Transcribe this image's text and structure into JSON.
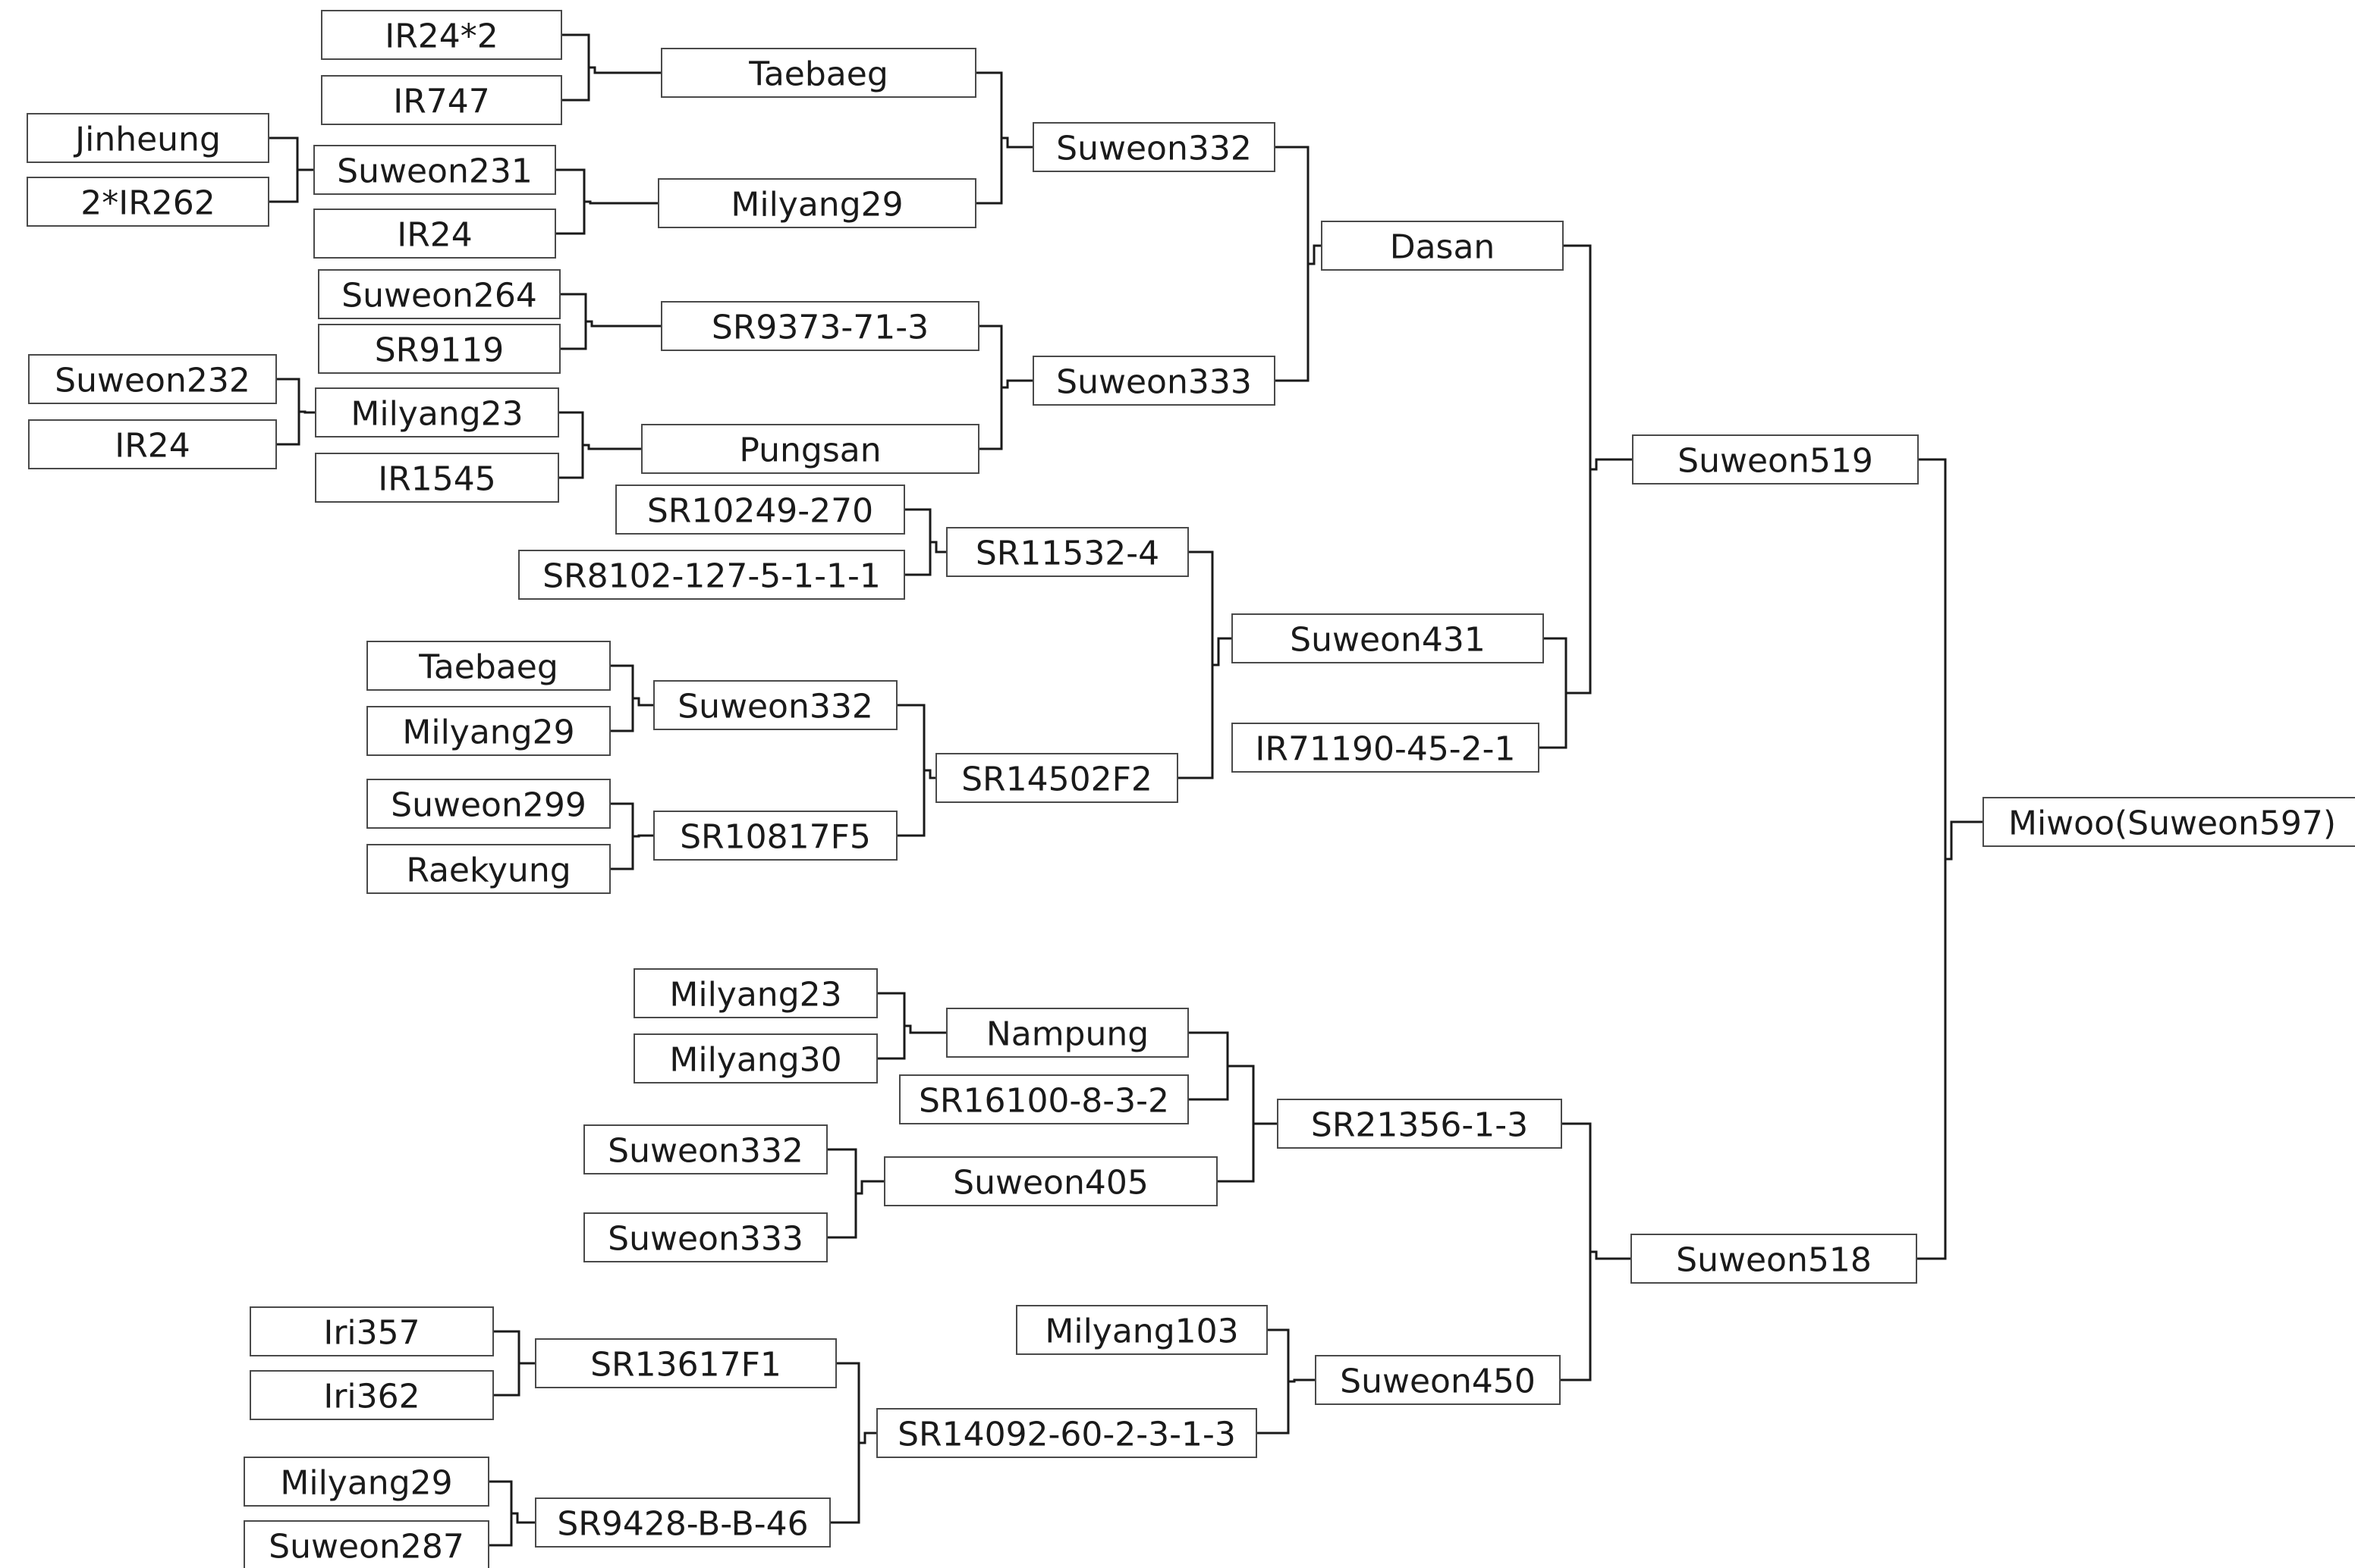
{
  "diagram": {
    "type": "pedigree-tree",
    "colors": {
      "box_border": "#4a4a4a",
      "line": "#1a1a1a",
      "text": "#1a1a1a",
      "background": "#ffffff"
    },
    "nodes": [
      {
        "id": "ir24x2",
        "label": "IR24*2"
      },
      {
        "id": "ir747",
        "label": "IR747"
      },
      {
        "id": "taebaeg1",
        "label": "Taebaeg"
      },
      {
        "id": "jinheung",
        "label": "Jinheung"
      },
      {
        "id": "2ir262",
        "label": "2*IR262"
      },
      {
        "id": "suweon231",
        "label": "Suweon231"
      },
      {
        "id": "ir24a",
        "label": "IR24"
      },
      {
        "id": "milyang29a",
        "label": "Milyang29"
      },
      {
        "id": "suweon332a",
        "label": "Suweon332"
      },
      {
        "id": "suweon264",
        "label": "Suweon264"
      },
      {
        "id": "sr9119",
        "label": "SR9119"
      },
      {
        "id": "sr9373",
        "label": "SR9373-71-3"
      },
      {
        "id": "suweon232",
        "label": "Suweon232"
      },
      {
        "id": "ir24b",
        "label": "IR24"
      },
      {
        "id": "milyang23a",
        "label": "Milyang23"
      },
      {
        "id": "ir1545",
        "label": "IR1545"
      },
      {
        "id": "pungsan",
        "label": "Pungsan"
      },
      {
        "id": "suweon333a",
        "label": "Suweon333"
      },
      {
        "id": "dasan",
        "label": "Dasan"
      },
      {
        "id": "sr10249",
        "label": "SR10249-270"
      },
      {
        "id": "sr8102",
        "label": "SR8102-127-5-1-1-1"
      },
      {
        "id": "sr11532",
        "label": "SR11532-4"
      },
      {
        "id": "taebaeg2",
        "label": "Taebaeg"
      },
      {
        "id": "milyang29b",
        "label": "Milyang29"
      },
      {
        "id": "suweon332b",
        "label": "Suweon332"
      },
      {
        "id": "suweon299",
        "label": "Suweon299"
      },
      {
        "id": "raekyung",
        "label": "Raekyung"
      },
      {
        "id": "sr10817",
        "label": "SR10817F5"
      },
      {
        "id": "sr14502",
        "label": "SR14502F2"
      },
      {
        "id": "suweon431",
        "label": "Suweon431"
      },
      {
        "id": "ir71190",
        "label": "IR71190-45-2-1"
      },
      {
        "id": "suweon519",
        "label": "Suweon519"
      },
      {
        "id": "miwoo",
        "label": "Miwoo(Suweon597)"
      },
      {
        "id": "milyang23b",
        "label": "Milyang23"
      },
      {
        "id": "milyang30",
        "label": "Milyang30"
      },
      {
        "id": "nampung",
        "label": "Nampung"
      },
      {
        "id": "sr16100",
        "label": "SR16100-8-3-2"
      },
      {
        "id": "suweon332c",
        "label": "Suweon332"
      },
      {
        "id": "suweon333b",
        "label": "Suweon333"
      },
      {
        "id": "suweon405",
        "label": "Suweon405"
      },
      {
        "id": "sr21356",
        "label": "SR21356-1-3"
      },
      {
        "id": "suweon518",
        "label": "Suweon518"
      },
      {
        "id": "milyang103",
        "label": "Milyang103"
      },
      {
        "id": "suweon450",
        "label": "Suweon450"
      },
      {
        "id": "iri357",
        "label": "Iri357"
      },
      {
        "id": "iri362",
        "label": "Iri362"
      },
      {
        "id": "sr13617",
        "label": "SR13617F1"
      },
      {
        "id": "milyang29c",
        "label": "Milyang29"
      },
      {
        "id": "suweon287",
        "label": "Suweon287"
      },
      {
        "id": "sr9428",
        "label": "SR9428-B-B-46"
      },
      {
        "id": "sr14092",
        "label": "SR14092-60-2-3-1-3"
      }
    ],
    "crosses": [
      {
        "parents": [
          "ir24x2",
          "ir747"
        ],
        "child": "taebaeg1"
      },
      {
        "parents": [
          "jinheung",
          "2ir262"
        ],
        "child": "suweon231"
      },
      {
        "parents": [
          "suweon231",
          "ir24a"
        ],
        "child": "milyang29a"
      },
      {
        "parents": [
          "taebaeg1",
          "milyang29a"
        ],
        "child": "suweon332a"
      },
      {
        "parents": [
          "suweon264",
          "sr9119"
        ],
        "child": "sr9373"
      },
      {
        "parents": [
          "suweon232",
          "ir24b"
        ],
        "child": "milyang23a"
      },
      {
        "parents": [
          "milyang23a",
          "ir1545"
        ],
        "child": "pungsan"
      },
      {
        "parents": [
          "sr9373",
          "pungsan"
        ],
        "child": "suweon333a"
      },
      {
        "parents": [
          "suweon332a",
          "suweon333a"
        ],
        "child": "dasan"
      },
      {
        "parents": [
          "sr10249",
          "sr8102"
        ],
        "child": "sr11532"
      },
      {
        "parents": [
          "taebaeg2",
          "milyang29b"
        ],
        "child": "suweon332b"
      },
      {
        "parents": [
          "suweon299",
          "raekyung"
        ],
        "child": "sr10817"
      },
      {
        "parents": [
          "suweon332b",
          "sr10817"
        ],
        "child": "sr14502"
      },
      {
        "parents": [
          "sr11532",
          "sr14502"
        ],
        "child": "suweon431"
      },
      {
        "parents": [
          "suweon431",
          "ir71190"
        ],
        "child": "suweon519b"
      },
      {
        "parents": [
          "dasan",
          "suweon519b"
        ],
        "child": "suweon519"
      },
      {
        "parents": [
          "milyang23b",
          "milyang30"
        ],
        "child": "nampung"
      },
      {
        "parents": [
          "nampung",
          "sr16100"
        ],
        "child": "sr21356b"
      },
      {
        "parents": [
          "suweon332c",
          "suweon333b"
        ],
        "child": "suweon405"
      },
      {
        "parents": [
          "sr21356b",
          "suweon405"
        ],
        "child": "sr21356"
      },
      {
        "parents": [
          "iri357",
          "iri362"
        ],
        "child": "sr13617"
      },
      {
        "parents": [
          "milyang29c",
          "suweon287"
        ],
        "child": "sr9428"
      },
      {
        "parents": [
          "sr13617",
          "sr9428"
        ],
        "child": "sr14092"
      },
      {
        "parents": [
          "milyang103",
          "sr14092"
        ],
        "child": "suweon450"
      },
      {
        "parents": [
          "sr21356",
          "suweon450"
        ],
        "child": "suweon518"
      },
      {
        "parents": [
          "suweon519",
          "suweon518"
        ],
        "child": "miwoo"
      }
    ]
  }
}
